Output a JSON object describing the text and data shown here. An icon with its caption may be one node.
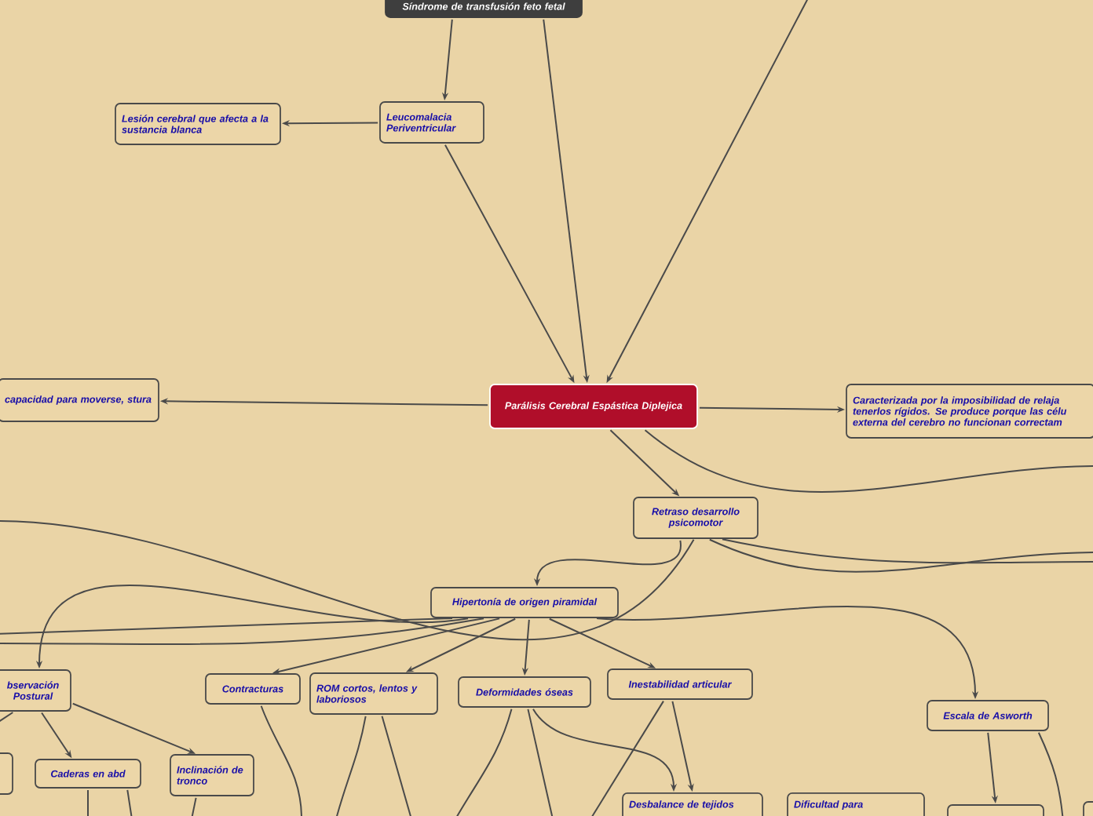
{
  "diagram": {
    "nodes": [
      {
        "text": [
          "Síndrome de transfusión feto fetal"
        ]
      },
      {
        "text": [
          "Leucomalacia Periventricular"
        ]
      },
      {
        "text": [
          "Lesión cerebral que afecta a la sustancia blanca"
        ]
      },
      {
        "text": [
          "Parálisis Cerebral Espástica Diplejica"
        ]
      },
      {
        "text": [
          "capacidad para moverse, stura"
        ]
      },
      {
        "text": [
          "Caracterizada por la imposibilidad de relaja tenerlos rígidos. Se produce porque las célu externa del cerebro no funcionan correctam"
        ]
      },
      {
        "text": [
          "Retraso desarrollo psicomotor"
        ]
      },
      {
        "text": [
          "Hipertonía de origen piramidal"
        ]
      },
      {
        "text": [
          "bservación Postural"
        ]
      },
      {
        "text": [
          "Contracturas"
        ]
      },
      {
        "text": [
          "ROM cortos, lentos y laboriosos"
        ]
      },
      {
        "text": [
          "Deformidades óseas"
        ]
      },
      {
        "text": [
          "Inestabilidad articular"
        ]
      },
      {
        "text": [
          "Escala de Asworth"
        ]
      },
      {
        "text": [],
        "shape": "box"
      },
      {
        "text": [
          "Caderas en abd"
        ]
      },
      {
        "text": [
          "Inclinación de tronco"
        ]
      },
      {
        "text": [
          "Desbalance de tejidos"
        ]
      },
      {
        "text": [
          "Dificultad para"
        ]
      },
      {
        "text": [],
        "shape": "box"
      },
      {
        "text": [],
        "shape": "box"
      }
    ],
    "edges": [
      {
        "from": 0,
        "to": 1,
        "arrow": "to"
      },
      {
        "from": 0,
        "to": 3,
        "arrow": "to"
      },
      {
        "from": null,
        "to": 3,
        "arrow": "to"
      },
      {
        "from": 1,
        "to": 2,
        "arrow": "to"
      },
      {
        "from": 1,
        "to": 3,
        "arrow": "to"
      },
      {
        "from": 3,
        "to": 4,
        "arrow": "to"
      },
      {
        "from": 3,
        "to": 5,
        "arrow": "to"
      },
      {
        "from": 3,
        "to": null,
        "arrow": "none"
      },
      {
        "from": 3,
        "to": 6,
        "arrow": "to"
      },
      {
        "from": 6,
        "to": 7,
        "arrow": "to"
      },
      {
        "from": 6,
        "to": null,
        "arrow": "none"
      },
      {
        "from": 6,
        "to": null,
        "arrow": "none"
      },
      {
        "from": null,
        "to": 6,
        "arrow": "none"
      },
      {
        "from": 7,
        "to": 8,
        "arrow": "to"
      },
      {
        "from": 7,
        "to": null,
        "arrow": "none"
      },
      {
        "from": 7,
        "to": null,
        "arrow": "none"
      },
      {
        "from": 7,
        "to": 9,
        "arrow": "to"
      },
      {
        "from": 7,
        "to": 10,
        "arrow": "to"
      },
      {
        "from": 7,
        "to": 11,
        "arrow": "to"
      },
      {
        "from": 7,
        "to": 12,
        "arrow": "to"
      },
      {
        "from": 7,
        "to": 13,
        "arrow": "to"
      },
      {
        "from": 8,
        "to": 15,
        "arrow": "to"
      },
      {
        "from": 8,
        "to": 16,
        "arrow": "to"
      },
      {
        "from": 8,
        "to": null,
        "arrow": "none"
      },
      {
        "from": 11,
        "to": 17,
        "arrow": "to"
      },
      {
        "from": 12,
        "to": 17,
        "arrow": "to"
      },
      {
        "from": 13,
        "to": 19,
        "arrow": "to"
      },
      {
        "from": 13,
        "to": null,
        "arrow": "none"
      },
      {
        "from": 9,
        "to": null,
        "arrow": "none"
      },
      {
        "from": 10,
        "to": null,
        "arrow": "none"
      },
      {
        "from": 10,
        "to": null,
        "arrow": "none"
      },
      {
        "from": 11,
        "to": null,
        "arrow": "none"
      },
      {
        "from": 11,
        "to": null,
        "arrow": "none"
      },
      {
        "from": 12,
        "to": null,
        "arrow": "none"
      },
      {
        "from": 15,
        "to": null,
        "arrow": "none"
      },
      {
        "from": 15,
        "to": null,
        "arrow": "none"
      },
      {
        "from": 16,
        "to": null,
        "arrow": "none"
      }
    ]
  }
}
